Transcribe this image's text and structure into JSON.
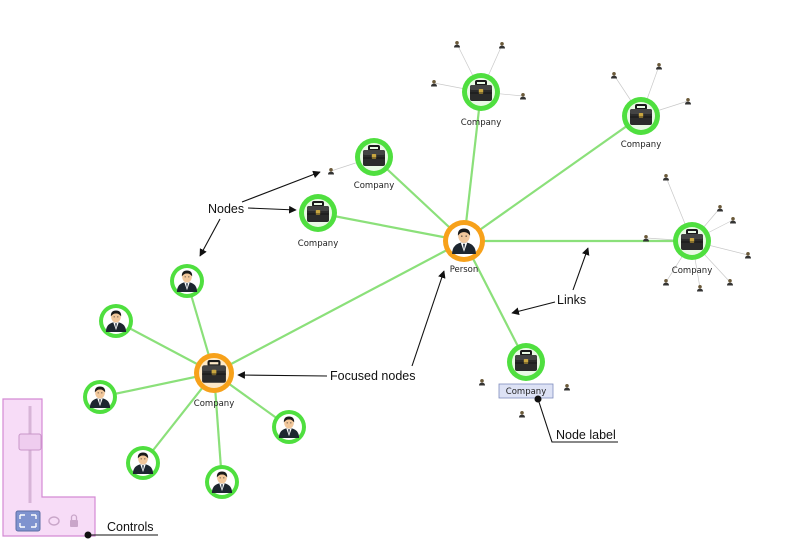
{
  "diagram": {
    "node_labels": {
      "company": "Company",
      "person": "Person"
    },
    "annotations": {
      "nodes": "Nodes",
      "links": "Links",
      "focused_nodes": "Focused nodes",
      "node_label": "Node label",
      "controls": "Controls"
    },
    "colors": {
      "node_ring": "#4fdf3f",
      "focused_ring": "#f7a11a",
      "link": "#8be07a",
      "controls_bg": "#f7dcf7",
      "controls_border": "#d48ad4",
      "label_box": "#dde2f5"
    },
    "icons": {
      "company_node": "briefcase-icon",
      "person_node": "businessman-icon",
      "controls": [
        "zoom-slider-icon",
        "fit-view-icon",
        "lasso-icon",
        "lock-icon"
      ]
    }
  }
}
